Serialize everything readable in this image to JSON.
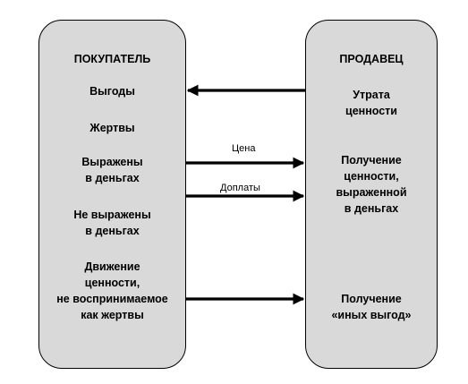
{
  "buyer": {
    "title": "ПОКУПАТЕЛЬ",
    "items": [
      "Выгоды",
      "Жертвы",
      "Выражены\nв деньгах",
      "Не выражены\nв деньгах",
      "Движение\nценности,\nне воспринимаемое\nкак жертвы"
    ]
  },
  "seller": {
    "title": "ПРОДАВЕЦ",
    "items": [
      "Утрата\nценности",
      "Получение\nценности,\nвыраженной\nв деньгах",
      "Получение\n«иных выгод»"
    ]
  },
  "arrows": [
    {
      "direction": "left",
      "label": ""
    },
    {
      "direction": "right",
      "label": "Цена"
    },
    {
      "direction": "right",
      "label": "Доплаты"
    },
    {
      "direction": "right",
      "label": ""
    }
  ],
  "colors": {
    "panel_fill": "#d9d9d9",
    "stroke": "#000000"
  }
}
